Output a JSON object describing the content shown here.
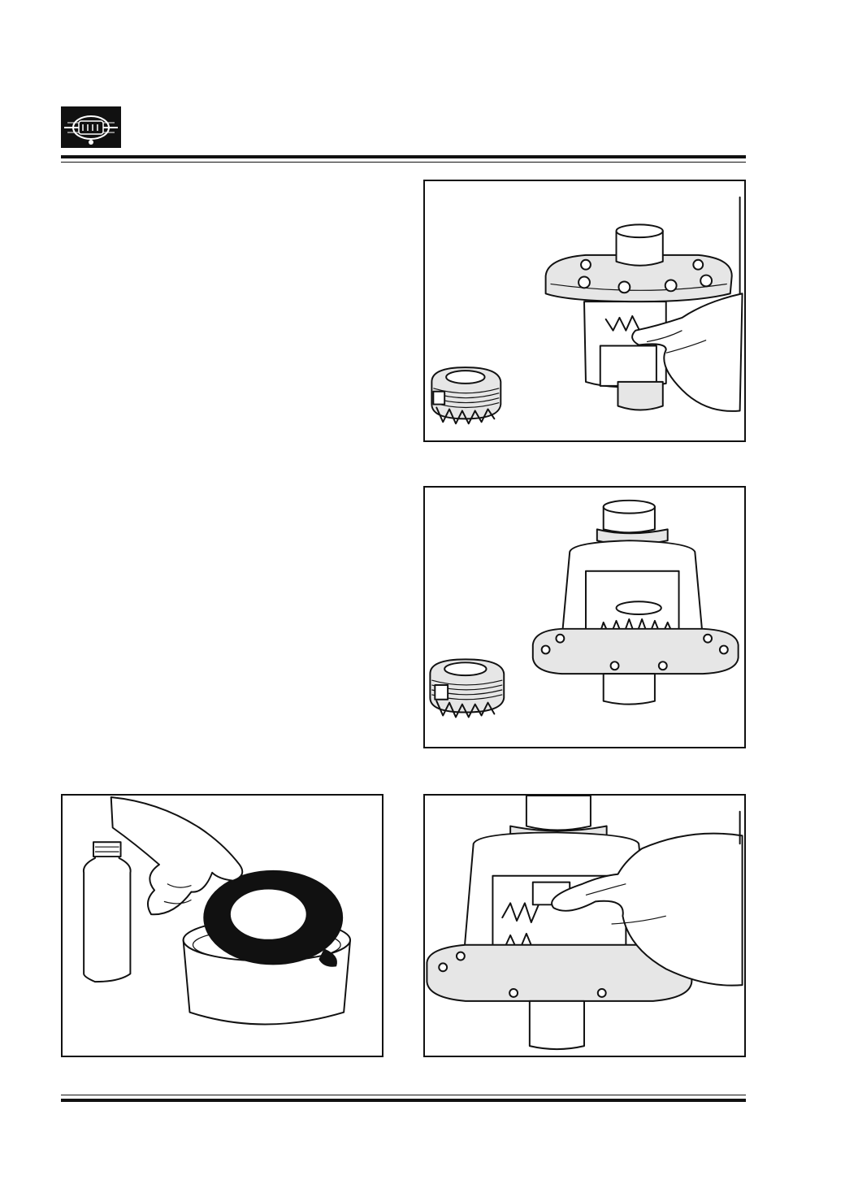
{
  "header": {
    "logo_icon": "vehicle-emblem-logo"
  },
  "figures": [
    {
      "id": "fig1",
      "icon": "differential-case-cover-removal-illustration"
    },
    {
      "id": "fig2",
      "icon": "differential-case-side-gear-illustration"
    },
    {
      "id": "fig3",
      "icon": "friction-plate-oil-soak-illustration"
    },
    {
      "id": "fig4",
      "icon": "differential-pinion-assembly-illustration"
    }
  ],
  "colors": {
    "ink": "#111111",
    "paper": "#ffffff"
  }
}
